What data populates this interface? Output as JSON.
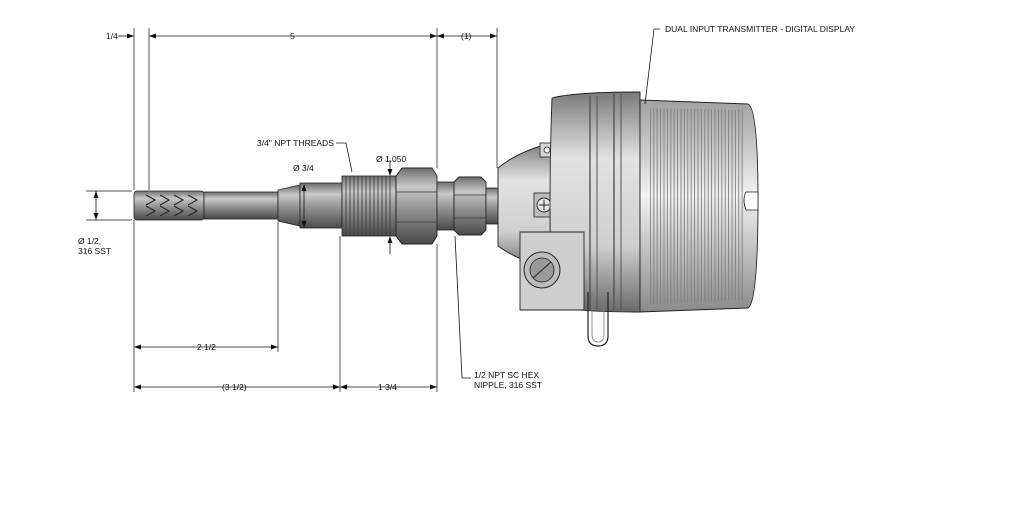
{
  "dimensions": {
    "tip_length": "1/4",
    "probe_length": "5",
    "extension": "(1)",
    "immersion": "2 1/2",
    "lag_length": "(3 1/2)",
    "thread_to_hex": "1 3/4",
    "sheath_dia": "Ø 3/4",
    "hex_dia": "Ø 1.050",
    "tip_dia_line1": "Ø 1/2,",
    "tip_dia_line2": "316 SST"
  },
  "callouts": {
    "threads": "3/4\" NPT THREADS",
    "transmitter": "DUAL INPUT TRANSMITTER - DIGITAL DISPLAY",
    "nipple_line1": "1/2 NPT SC HEX",
    "nipple_line2": "NIPPLE, 316 SST"
  }
}
